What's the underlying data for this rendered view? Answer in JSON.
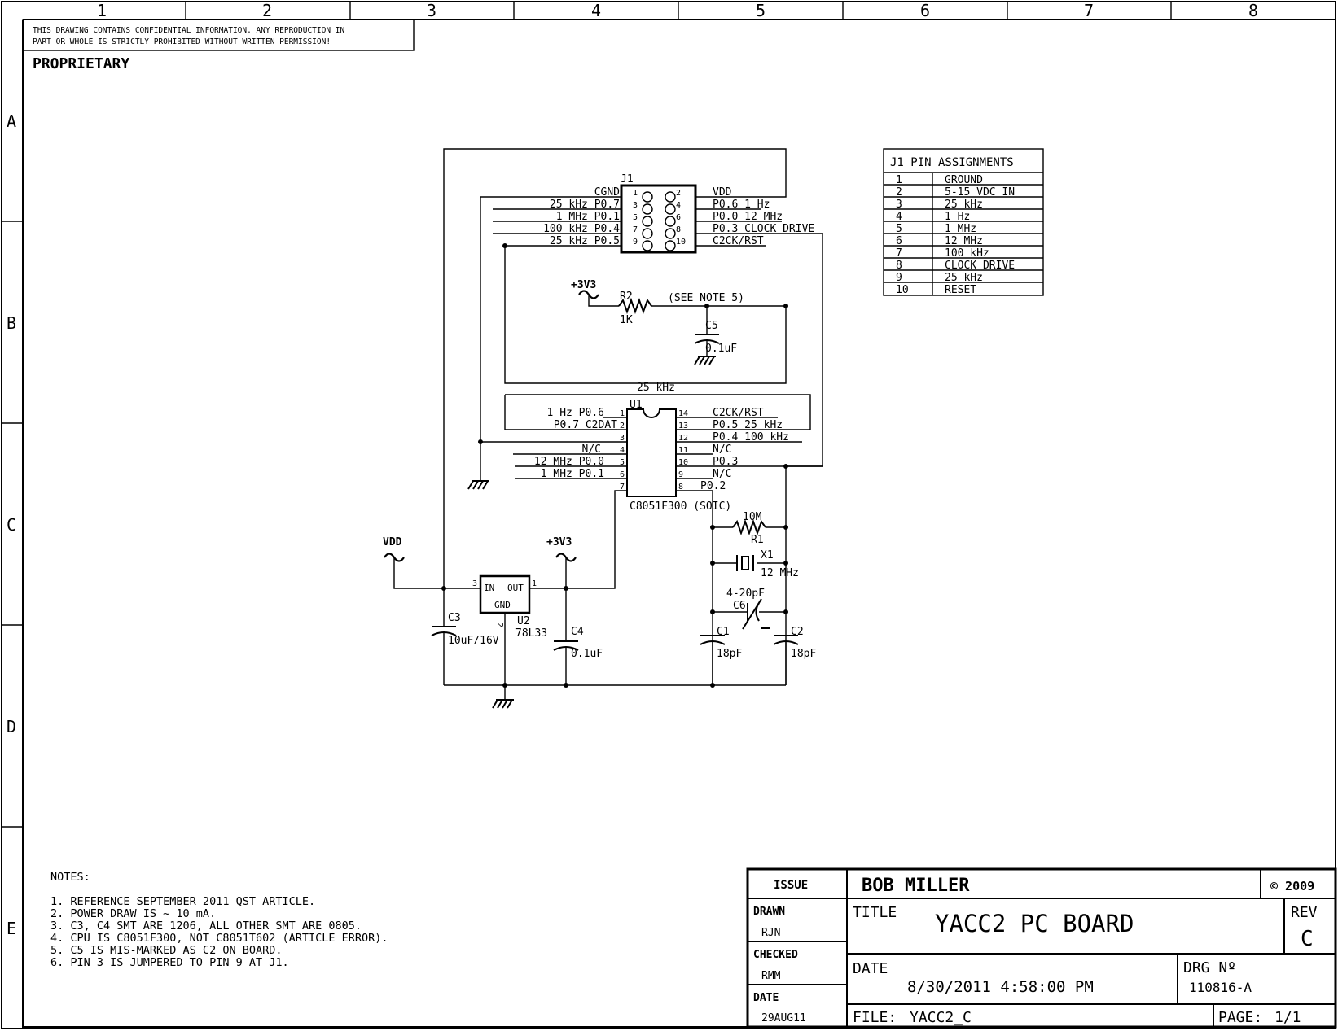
{
  "frame": {
    "col_labels": [
      "1",
      "2",
      "3",
      "4",
      "5",
      "6",
      "7",
      "8"
    ],
    "row_labels": [
      "A",
      "B",
      "C",
      "D",
      "E"
    ]
  },
  "notice": {
    "line1": "THIS DRAWING CONTAINS CONFIDENTIAL INFORMATION. ANY REPRODUCTION IN",
    "line2": "PART OR WHOLE IS STRICTLY PROHIBITED WITHOUT WRITTEN PERMISSION!",
    "proprietary": "PROPRIETARY"
  },
  "j1": {
    "ref": "J1",
    "left_pins": [
      {
        "signal": "CGND",
        "num": "1"
      },
      {
        "signal": "25 kHz P0.7",
        "num": "3"
      },
      {
        "signal": "1 MHz P0.1",
        "num": "5"
      },
      {
        "signal": "100 kHz P0.4",
        "num": "7"
      },
      {
        "signal": "25 kHz P0.5",
        "num": "9"
      }
    ],
    "right_pins": [
      {
        "num": "2",
        "signal": "VDD"
      },
      {
        "num": "4",
        "signal": "P0.6  1 Hz"
      },
      {
        "num": "6",
        "signal": "P0.0 12 MHz"
      },
      {
        "num": "8",
        "signal": "P0.3 CLOCK DRIVE"
      },
      {
        "num": "10",
        "signal": "C2CK/RST"
      }
    ]
  },
  "pin_table": {
    "title": "J1 PIN ASSIGNMENTS",
    "rows": [
      [
        "1",
        "GROUND"
      ],
      [
        "2",
        "5-15 VDC IN"
      ],
      [
        "3",
        "25 kHz"
      ],
      [
        "4",
        "1 Hz"
      ],
      [
        "5",
        "1 MHz"
      ],
      [
        "6",
        "12 MHz"
      ],
      [
        "7",
        "100 kHz"
      ],
      [
        "8",
        "CLOCK DRIVE"
      ],
      [
        "9",
        "25 kHz"
      ],
      [
        "10",
        "RESET"
      ]
    ]
  },
  "reset": {
    "supply": "+3V3",
    "r_ref": "R2",
    "r_val": "1K",
    "note": "(SEE NOTE 5)",
    "c_ref": "C5",
    "c_val": "0.1uF"
  },
  "bus_label": "25 kHz",
  "u1": {
    "ref": "U1",
    "part": "C8051F300 (SOIC)",
    "left_pins": [
      {
        "signal": "1 Hz  P0.6",
        "num": "1"
      },
      {
        "signal": "P0.7 C2DAT",
        "num": "2"
      },
      {
        "signal": "",
        "num": "3"
      },
      {
        "signal": "N/C",
        "num": "4"
      },
      {
        "signal": "12 MHz  P0.0",
        "num": "5"
      },
      {
        "signal": "1 MHz  P0.1",
        "num": "6"
      },
      {
        "signal": "",
        "num": "7"
      }
    ],
    "right_pins": [
      {
        "num": "14",
        "signal": "C2CK/RST"
      },
      {
        "num": "13",
        "signal": "P0.5  25 kHz"
      },
      {
        "num": "12",
        "signal": "P0.4 100 kHz"
      },
      {
        "num": "11",
        "signal": "N/C"
      },
      {
        "num": "10",
        "signal": "P0.3"
      },
      {
        "num": "9",
        "signal": "N/C"
      },
      {
        "num": "8",
        "signal": "P0.2"
      }
    ]
  },
  "power": {
    "vdd": "VDD",
    "supply": "+3V3",
    "u2_ref": "U2",
    "u2_part": "78L33",
    "u2_in": "IN",
    "u2_out": "OUT",
    "u2_gnd": "GND",
    "u2_pin_in": "3",
    "u2_pin_out": "1",
    "u2_pin_gnd": "2",
    "c3_ref": "C3",
    "c3_val": "10uF/16V",
    "c4_ref": "C4",
    "c4_val": "0.1uF"
  },
  "oscillator": {
    "r1_ref": "R1",
    "r1_val": "10M",
    "x1_ref": "X1",
    "x1_val": "12 MHz",
    "c6_ref": "C6",
    "c6_val": "4-20pF",
    "c1_ref": "C1",
    "c1_val": "18pF",
    "c2_ref": "C2",
    "c2_val": "18pF"
  },
  "notes": {
    "title": "NOTES:",
    "items": [
      "1. REFERENCE SEPTEMBER 2011 QST ARTICLE.",
      "2. POWER DRAW IS ~ 10 mA.",
      "3. C3, C4 SMT ARE 1206, ALL OTHER SMT ARE 0805.",
      "4. CPU IS C8051F300, NOT C8051T602 (ARTICLE ERROR).",
      "5. C5 IS MIS-MARKED AS C2 ON BOARD.",
      "6. PIN 3 IS JUMPERED TO PIN 9 AT J1."
    ]
  },
  "title_block": {
    "issue_label": "ISSUE",
    "author": "BOB MILLER",
    "copyright": "© 2009",
    "drawn_label": "DRAWN",
    "drawn_value": "RJN",
    "checked_label": "CHECKED",
    "checked_value": "RMM",
    "date_label": "DATE",
    "date_value": "29AUG11",
    "title_label": "TITLE",
    "title_value": "YACC2 PC BOARD",
    "rev_label": "REV",
    "rev_value": "C",
    "date2_label": "DATE",
    "date2_value": "8/30/2011  4:58:00 PM",
    "drg_label": "DRG Nº",
    "drg_value": "110816-A",
    "file_label": "FILE:",
    "file_value": "YACC2_C",
    "page_label": "PAGE:",
    "page_value": "1/1"
  }
}
